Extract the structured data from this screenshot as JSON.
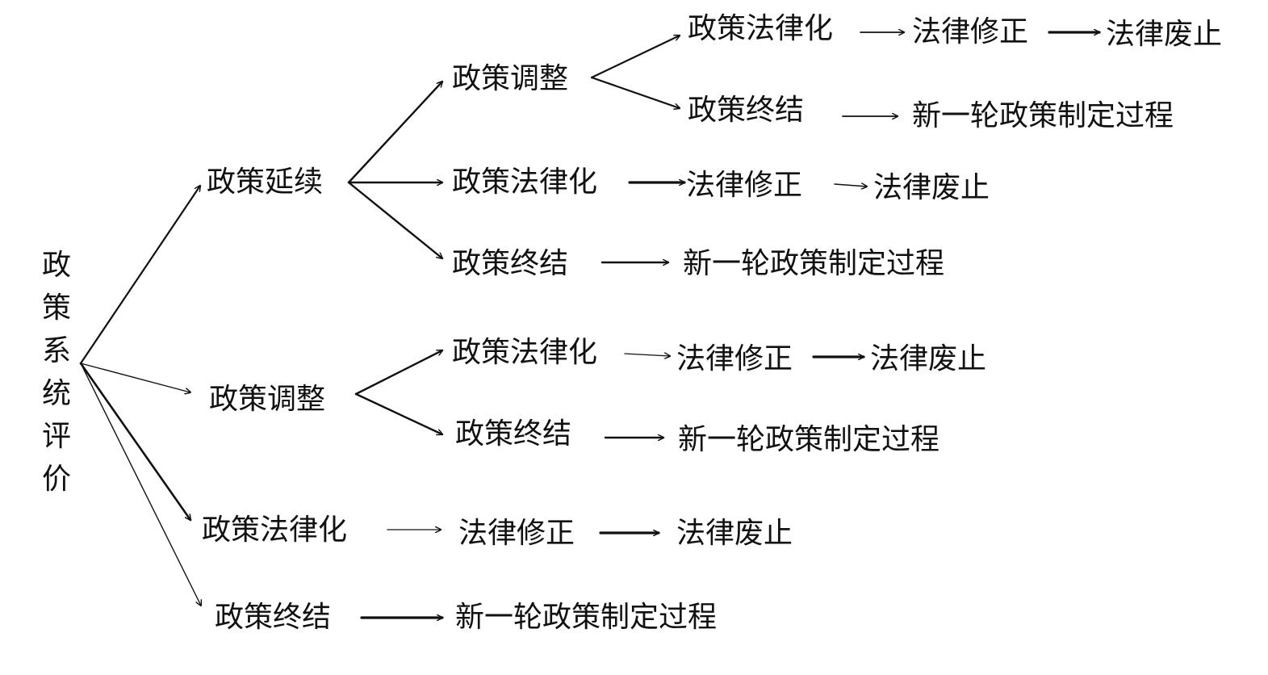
{
  "root": {
    "label": "政策系统评价"
  },
  "terms": {
    "continue": "政策延续",
    "adjust": "政策调整",
    "legalize": "政策法律化",
    "terminate": "政策终结",
    "amend": "法律修正",
    "repeal": "法律废止",
    "new_cycle": "新一轮政策制定过程"
  },
  "colors": {
    "text": "#111111",
    "line": "#111111",
    "background": "#ffffff"
  }
}
